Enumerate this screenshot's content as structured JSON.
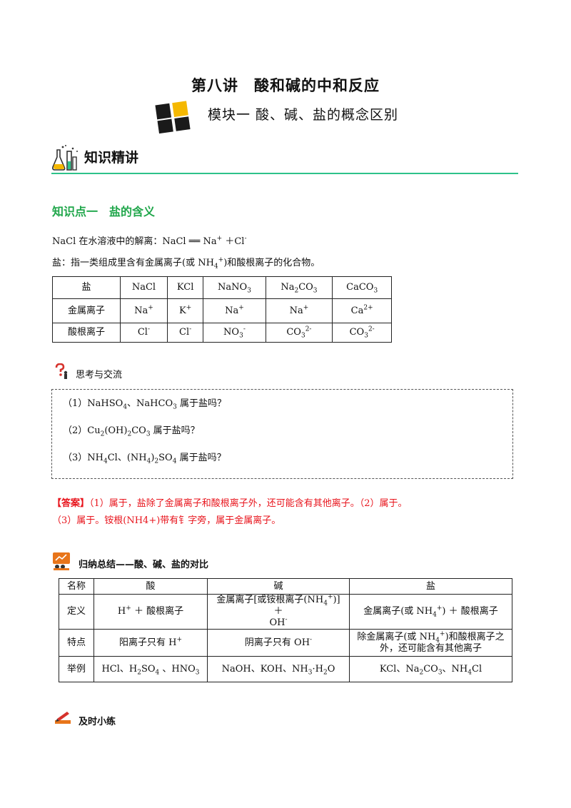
{
  "lecture_title": "第八讲　酸和碱的中和反应",
  "module_title": "模块一  酸、碱、盐的概念区别",
  "section_label": "知识精讲",
  "knowledge_point_title": "知识点一　盐的含义",
  "colors": {
    "accent_green": "#2ec28a",
    "title_green": "#1fa64a",
    "answer_red": "#e8141c",
    "logo_yellow": "#f5b800"
  },
  "icons": [
    "module-logo-icon",
    "lab-flask-icon",
    "question-figure-icon",
    "teacher-board-icon",
    "pencil-icon"
  ],
  "think_label": "思考与交流",
  "summary_title": "归纳总结——酸、碱、盐的对比",
  "practice_label": "及时小练",
  "answer": {
    "label": "【答案】",
    "line1_text": "（1）属于，盐除了金属离子和酸根离子外，还可能含有其他离子。（2）属于。",
    "line2_text": "（3）属于。铵根(NH4+)带有钅字旁，属于金属离子。"
  }
}
